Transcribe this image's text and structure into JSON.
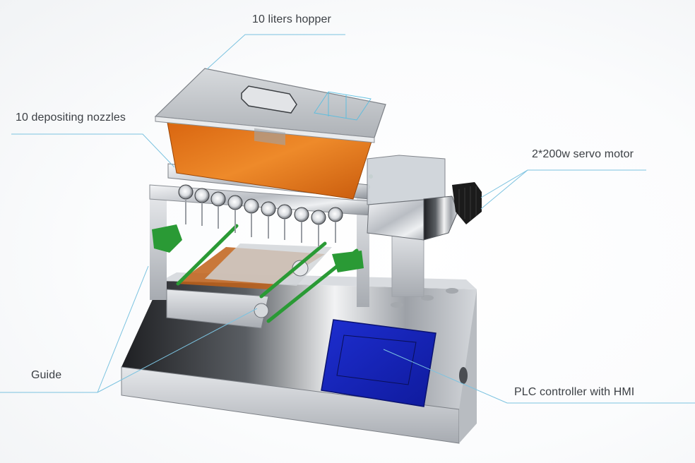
{
  "diagram": {
    "type": "annotated-product-rendering",
    "subject": "depositing machine",
    "callout_line_color": "#7cc3e0",
    "colors": {
      "hopper_body": "#e2781f",
      "stainless_steel": "#c9cdd2",
      "guide_rails": "#2a9a35",
      "hmi_screen": "#1a27b8",
      "servo_motor": "#1b1b1b"
    },
    "labels": [
      {
        "id": "hopper",
        "text": "10 liters hopper"
      },
      {
        "id": "nozzles",
        "text": "10 depositing nozzles"
      },
      {
        "id": "servo",
        "text": "2*200w servo motor"
      },
      {
        "id": "guide",
        "text": "Guide"
      },
      {
        "id": "plc",
        "text": "PLC controller with  HMI"
      }
    ],
    "nozzle_count": 10
  }
}
